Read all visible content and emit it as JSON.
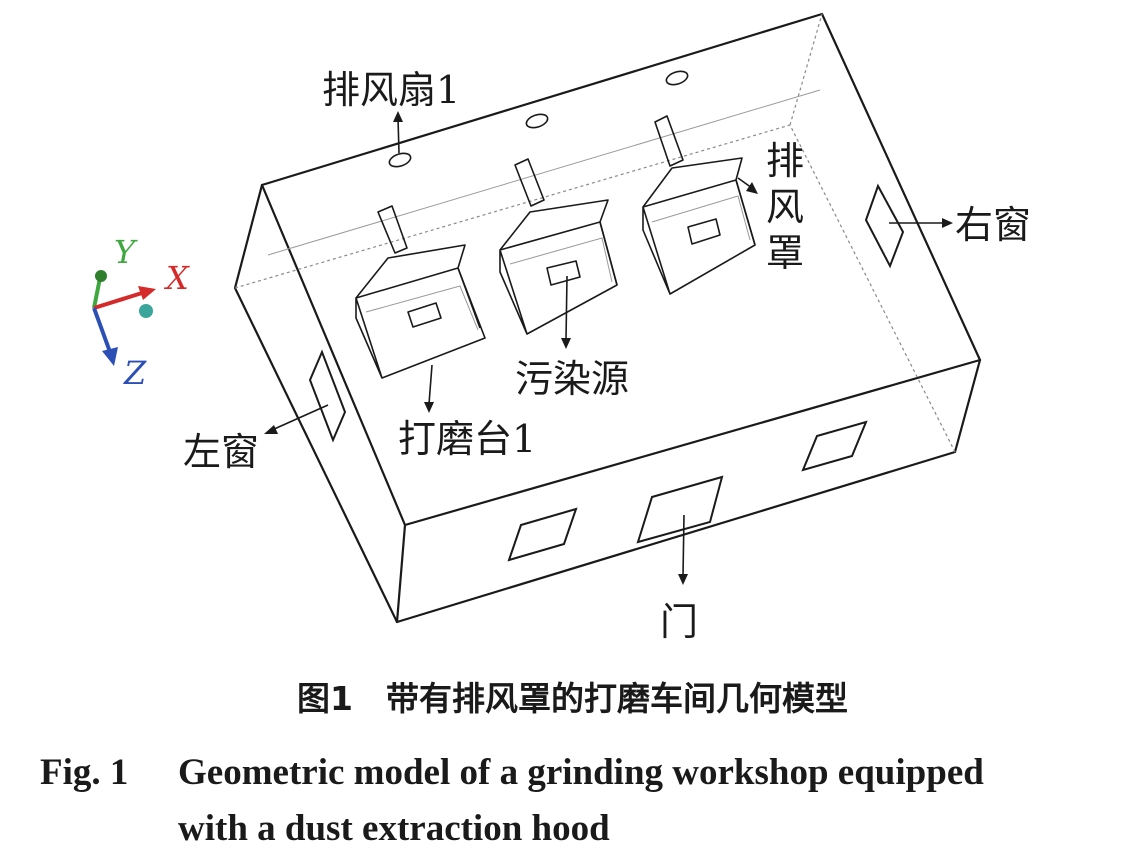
{
  "labels": {
    "fan1": "排风扇1",
    "hood": [
      "排",
      "风",
      "罩"
    ],
    "right_window": "右窗",
    "left_window": "左窗",
    "pollution_source": "污染源",
    "grinding_table1": "打磨台1",
    "door": "门"
  },
  "axes": {
    "x": "X",
    "y": "Y",
    "z": "Z"
  },
  "colors": {
    "x_axis": "#d42a2a",
    "y_axis": "#3ea83e",
    "z_axis": "#2c4fb6",
    "origin_dot": "#3aa59a",
    "line": "#1a1a1a"
  },
  "caption": {
    "zh": "图1　带有排风罩的打磨车间几何模型",
    "en_number": "Fig. 1",
    "en_line1": "Geometric model of a grinding workshop equipped",
    "en_line2": "with a dust extraction hood"
  }
}
